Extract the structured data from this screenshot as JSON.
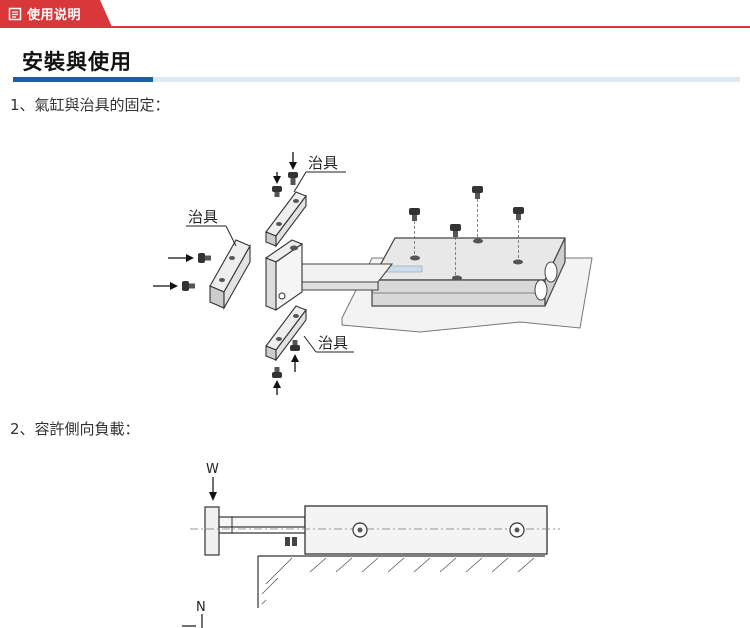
{
  "tab": {
    "label": "使用说明"
  },
  "section": {
    "title": "安裝與使用"
  },
  "steps": [
    {
      "label": "1、氣缸與治具的固定："
    },
    {
      "label": "2、容許側向負載："
    }
  ],
  "diagram1": {
    "fixture_label": "治具"
  },
  "diagram2": {
    "load_w": "W",
    "load_n": "N"
  },
  "colors": {
    "accent_red": "#d9383a",
    "accent_blue": "#1d5fa0",
    "light_blue": "#dde9f3"
  }
}
